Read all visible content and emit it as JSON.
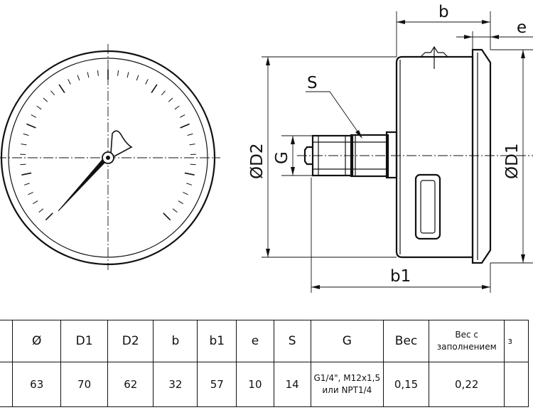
{
  "drawing": {
    "labels": {
      "b": "b",
      "e": "e",
      "S": "S",
      "G": "G",
      "D2": "ØD2",
      "D1": "ØD1",
      "b1": "b1"
    }
  },
  "table": {
    "headers": [
      "",
      "Ø",
      "D1",
      "D2",
      "b",
      "b1",
      "e",
      "S",
      "G",
      "Вес",
      "Вес с заполнением",
      "з"
    ],
    "values": [
      "",
      "63",
      "70",
      "62",
      "32",
      "57",
      "10",
      "14",
      "G1/4\", M12x1,5 или NPT1/4",
      "0,15",
      "0,22",
      ""
    ]
  }
}
